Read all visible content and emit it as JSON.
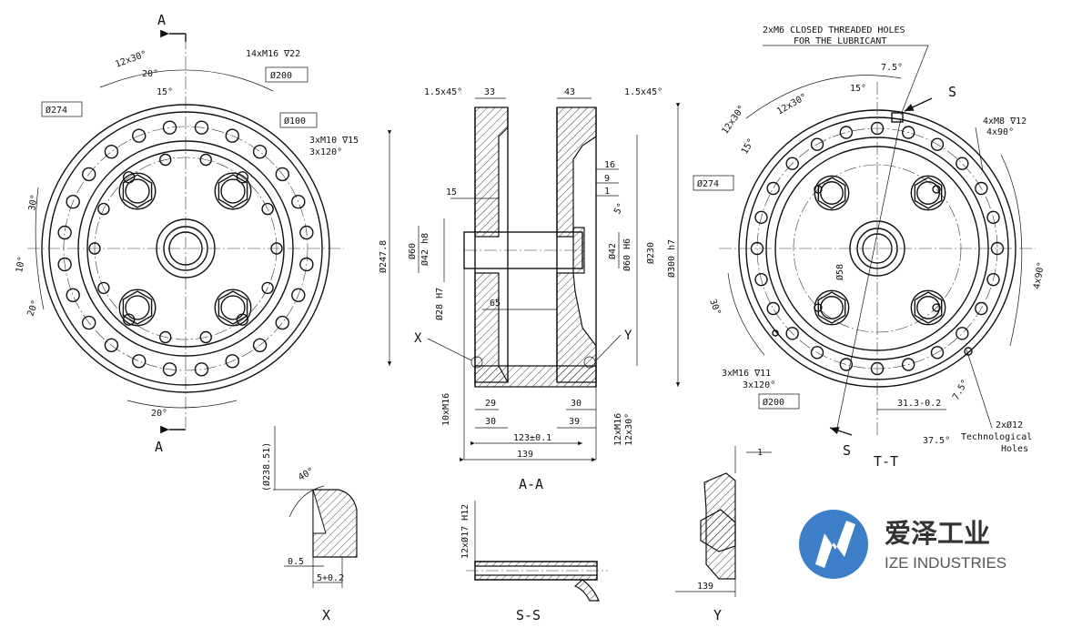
{
  "views": {
    "left": {
      "section_marks": [
        "A",
        "A"
      ],
      "dims": [
        "12x30°",
        "20°",
        "15°",
        "14xM16 ∇22",
        "Ø200",
        "Ø274",
        "Ø100",
        "3xM10 ∇15",
        "3x120°",
        "30°",
        "10°",
        "20°",
        "20°"
      ]
    },
    "aa": {
      "caption": "A-A",
      "dims": [
        "1.5x45°",
        "33",
        "43",
        "1.5x45°",
        "16",
        "9",
        "1",
        "15",
        "5°",
        "Ø247.8",
        "Ø60",
        "Ø42 h8",
        "Ø28 H7",
        "65",
        "Ø42",
        "Ø60 H6",
        "Ø230",
        "Ø300 h7",
        "X",
        "Y",
        "10xM16",
        "29",
        "30",
        "30",
        "39",
        "123±0.1",
        "139",
        "12xM16",
        "12x30°"
      ]
    },
    "tt": {
      "caption": "T-T",
      "note_line1": "2xM6 CLOSED THREADED HOLES",
      "note_line2": "FOR THE LUBRICANT",
      "dims": [
        "7.5°",
        "S",
        "15°",
        "12x30°",
        "12x30°",
        "15°",
        "4xM8 ∇12",
        "4x90°",
        "Ø274",
        "Ø58",
        "30°",
        "4x90°",
        "3xM16 ∇11",
        "3x120°",
        "Ø200",
        "31.3-0.2",
        "7.5°",
        "37.5°",
        "2xØ12",
        "Technological",
        "Holes",
        "S"
      ]
    },
    "x": {
      "caption": "X",
      "dims": [
        "(Ø238.51)",
        "40°",
        "0.5",
        "5+0.2"
      ]
    },
    "ss": {
      "caption": "S-S",
      "dims": [
        "12xØ17 H12"
      ]
    },
    "y": {
      "caption": "Y",
      "dims": [
        "1",
        "139"
      ]
    }
  },
  "logo": {
    "cn": "爱泽工业",
    "en": "IZE INDUSTRIES",
    "colors": {
      "blue": "#3d7ec9",
      "grey": "#333333"
    }
  }
}
